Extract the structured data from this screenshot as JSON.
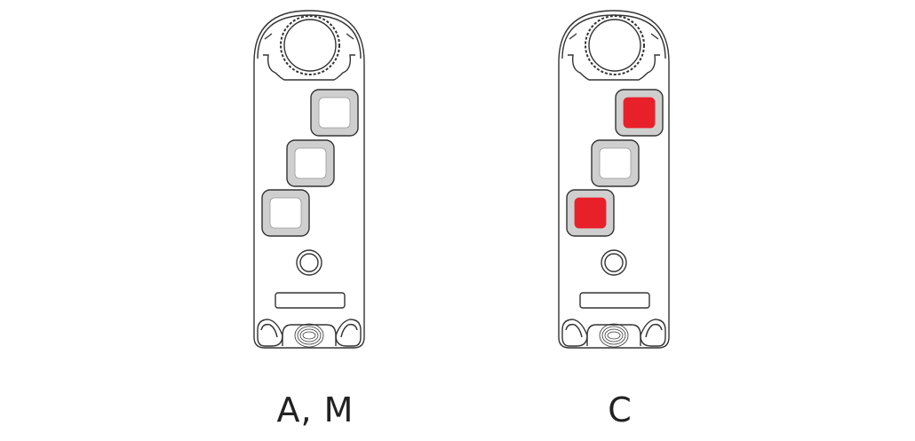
{
  "devices": [
    {
      "label": "A, M",
      "buttons": [
        "off",
        "off",
        "off"
      ]
    },
    {
      "label": "C",
      "buttons": [
        "on",
        "off",
        "on"
      ]
    }
  ],
  "colors": {
    "on": "#e8202a",
    "off": "#ffffff",
    "frame": "#cfcfcf",
    "stroke": "#333333"
  }
}
